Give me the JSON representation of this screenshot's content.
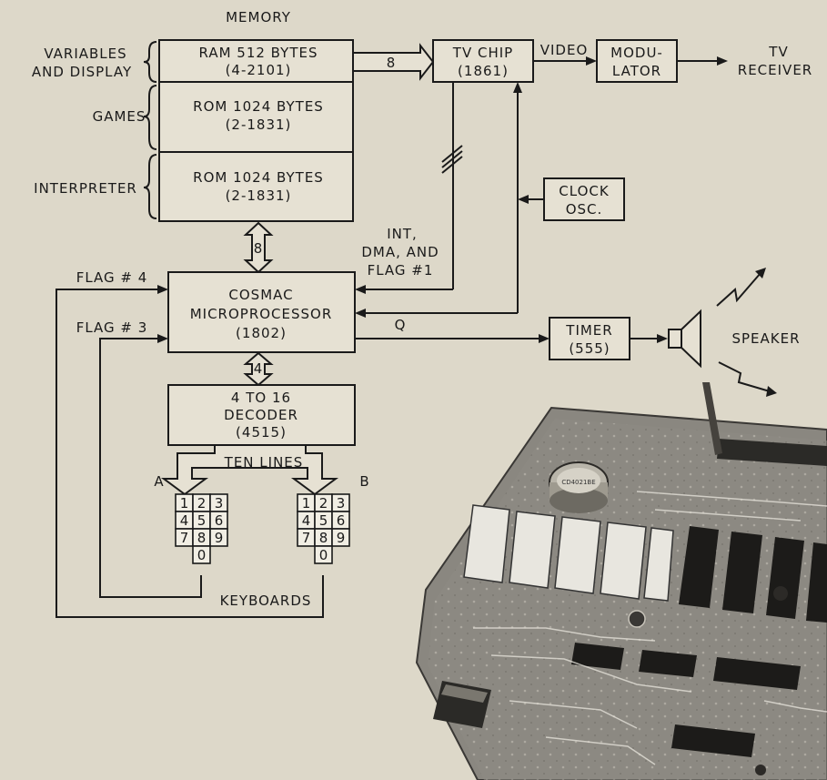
{
  "diagram": {
    "memory_header": "MEMORY",
    "ram": {
      "line1": "RAM 512 BYTES",
      "line2": "(4-2101)"
    },
    "rom_games": {
      "line1": "ROM 1024 BYTES",
      "line2": "(2-1831)"
    },
    "rom_interp": {
      "line1": "ROM 1024 BYTES",
      "line2": "(2-1831)"
    },
    "side_labels": {
      "variables": "VARIABLES",
      "and_display": "AND DISPLAY",
      "games": "GAMES",
      "interpreter": "INTERPRETER"
    },
    "tv_chip": {
      "line1": "TV CHIP",
      "line2": "(1861)"
    },
    "video": "VIDEO",
    "modulator": {
      "line1": "MODU-",
      "line2": "LATOR"
    },
    "tv_receiver": {
      "line1": "TV",
      "line2": "RECEIVER"
    },
    "clock": {
      "line1": "CLOCK",
      "line2": "OSC."
    },
    "cpu": {
      "line1": "COSMAC",
      "line2": "MICROPROCESSOR",
      "line3": "(1802)"
    },
    "int_label": {
      "line1": "INT,",
      "line2": "DMA, AND",
      "line3": "FLAG #1"
    },
    "flag4": "FLAG # 4",
    "flag3": "FLAG # 3",
    "q": "Q",
    "timer": {
      "line1": "TIMER",
      "line2": "(555)"
    },
    "speaker": "SPEAKER",
    "decoder": {
      "line1": "4 TO 16",
      "line2": "DECODER",
      "line3": "(4515)"
    },
    "ten_lines": "TEN LINES",
    "keypad_a_label": "A",
    "keypad_b_label": "B",
    "keyboards": "KEYBOARDS",
    "bus_ram_tv": "8",
    "bus_mem_cpu": "8",
    "bus_cpu_dec": "4",
    "keys": [
      "1",
      "2",
      "3",
      "4",
      "5",
      "6",
      "7",
      "8",
      "9",
      "0"
    ]
  },
  "photo": {
    "chip_marking": "CD4021BE"
  }
}
